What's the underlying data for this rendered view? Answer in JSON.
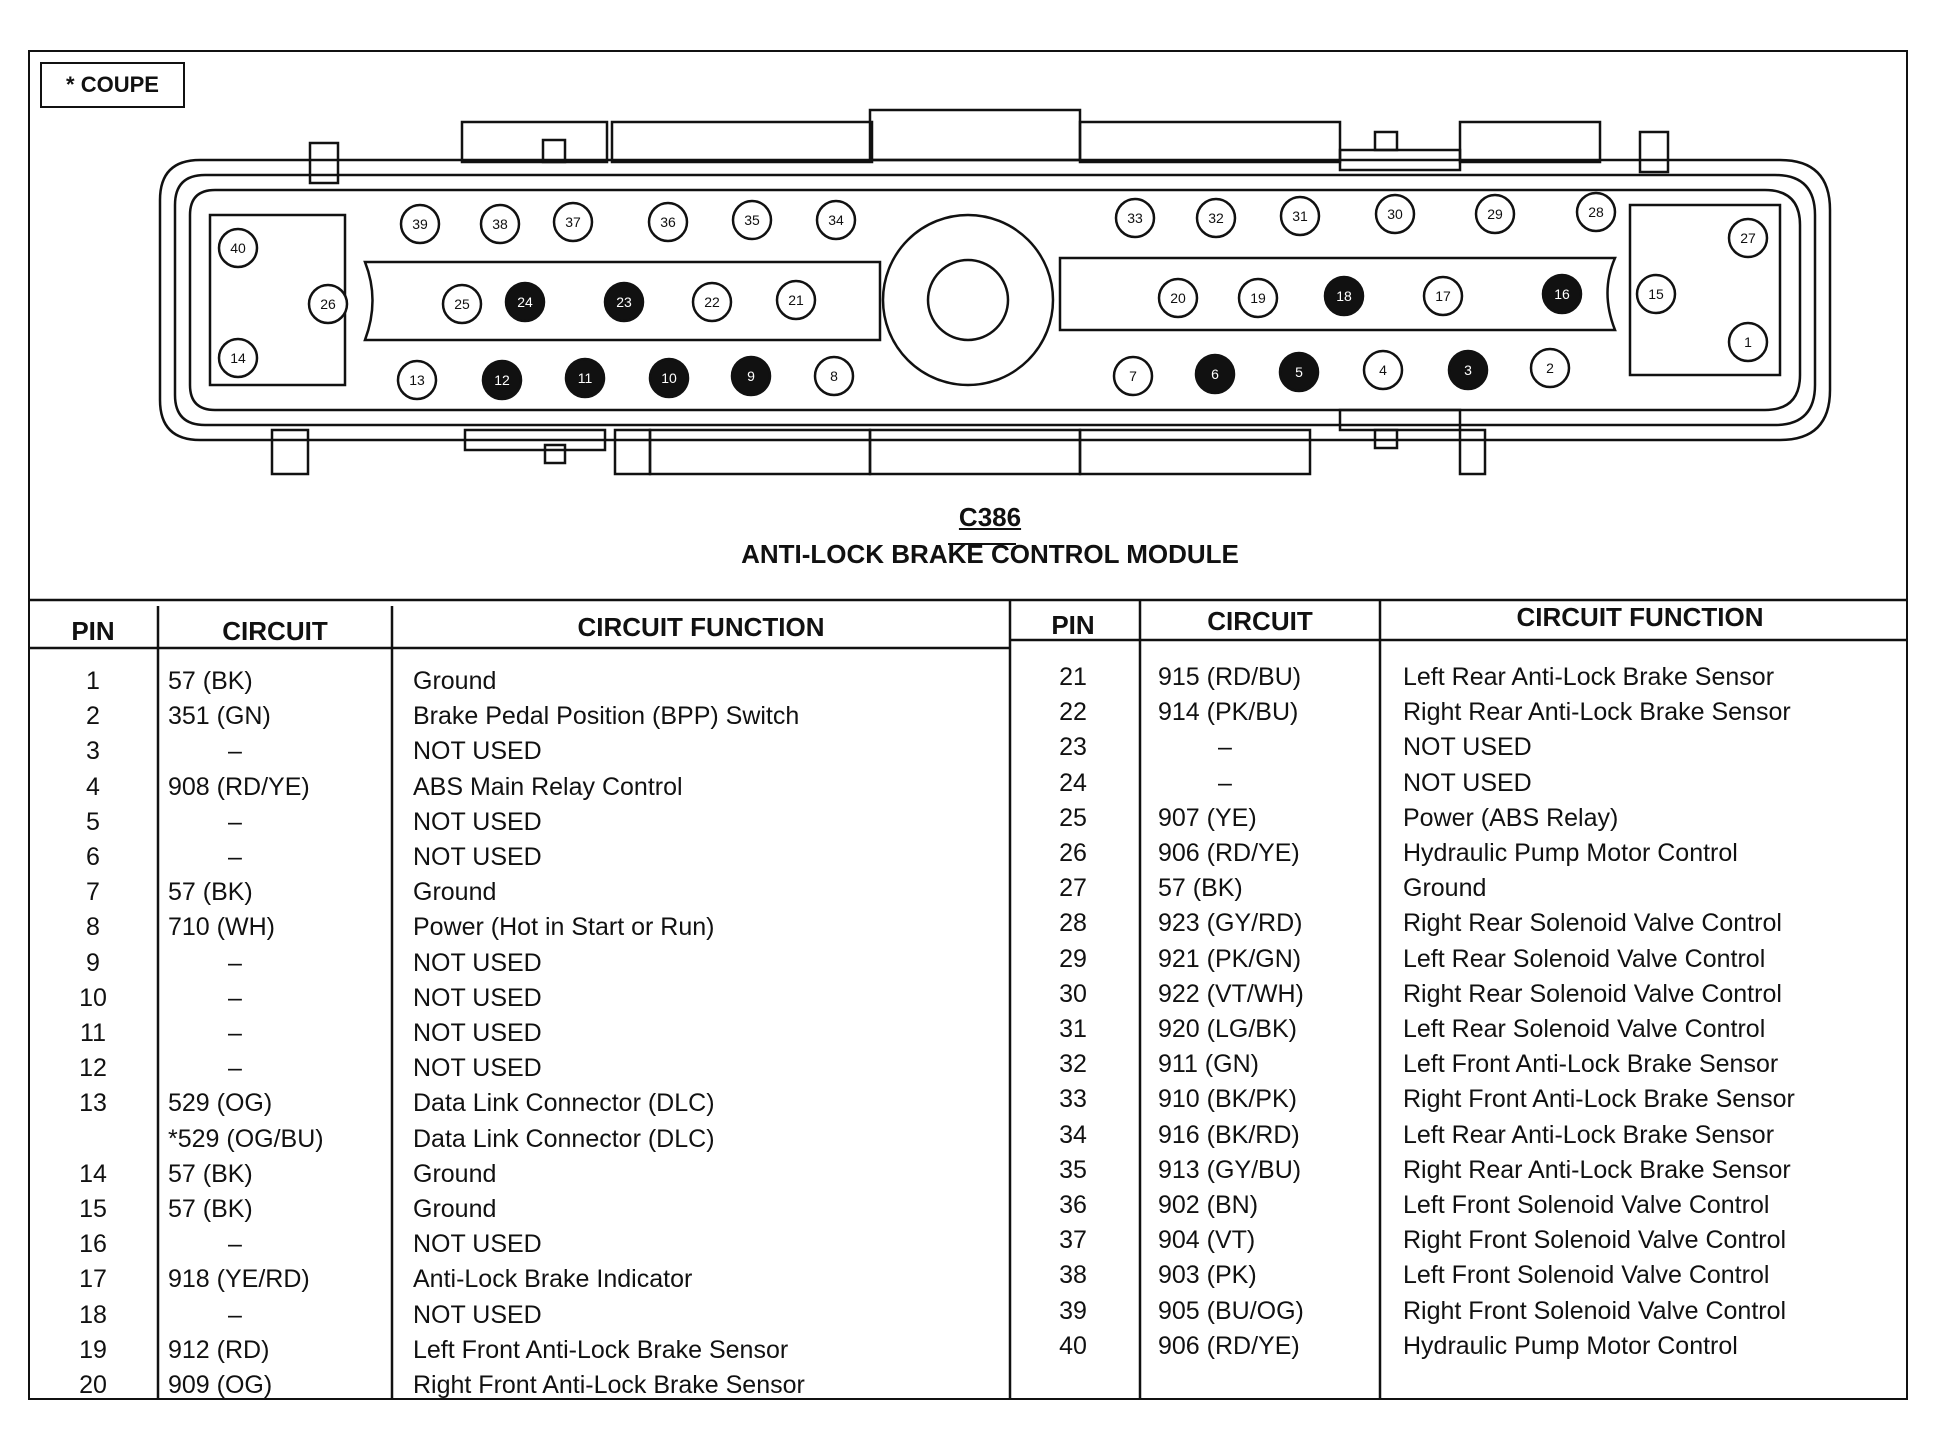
{
  "note_box": "* COUPE",
  "connector": {
    "code": "C386",
    "name": "ANTI-LOCK BRAKE CONTROL MODULE",
    "pins": [
      {
        "pin": "1",
        "filled": false
      },
      {
        "pin": "2",
        "filled": false
      },
      {
        "pin": "3",
        "filled": true
      },
      {
        "pin": "4",
        "filled": false
      },
      {
        "pin": "5",
        "filled": true
      },
      {
        "pin": "6",
        "filled": true
      },
      {
        "pin": "7",
        "filled": false
      },
      {
        "pin": "8",
        "filled": false
      },
      {
        "pin": "9",
        "filled": true
      },
      {
        "pin": "10",
        "filled": true
      },
      {
        "pin": "11",
        "filled": true
      },
      {
        "pin": "12",
        "filled": true
      },
      {
        "pin": "13",
        "filled": false
      },
      {
        "pin": "14",
        "filled": false
      },
      {
        "pin": "15",
        "filled": false
      },
      {
        "pin": "16",
        "filled": true
      },
      {
        "pin": "17",
        "filled": false
      },
      {
        "pin": "18",
        "filled": true
      },
      {
        "pin": "19",
        "filled": false
      },
      {
        "pin": "20",
        "filled": false
      },
      {
        "pin": "21",
        "filled": false
      },
      {
        "pin": "22",
        "filled": false
      },
      {
        "pin": "23",
        "filled": true
      },
      {
        "pin": "24",
        "filled": true
      },
      {
        "pin": "25",
        "filled": false
      },
      {
        "pin": "26",
        "filled": false
      },
      {
        "pin": "27",
        "filled": false
      },
      {
        "pin": "28",
        "filled": false
      },
      {
        "pin": "29",
        "filled": false
      },
      {
        "pin": "30",
        "filled": false
      },
      {
        "pin": "31",
        "filled": false
      },
      {
        "pin": "32",
        "filled": false
      },
      {
        "pin": "33",
        "filled": false
      },
      {
        "pin": "34",
        "filled": false
      },
      {
        "pin": "35",
        "filled": false
      },
      {
        "pin": "36",
        "filled": false
      },
      {
        "pin": "37",
        "filled": false
      },
      {
        "pin": "38",
        "filled": false
      },
      {
        "pin": "39",
        "filled": false
      },
      {
        "pin": "40",
        "filled": false
      }
    ]
  },
  "table": {
    "headers": {
      "pin": "PIN",
      "circuit": "CIRCUIT",
      "function": "CIRCUIT FUNCTION"
    },
    "left_rows": [
      {
        "pin": "1",
        "circuit": "57 (BK)",
        "function": "Ground"
      },
      {
        "pin": "2",
        "circuit": "351 (GN)",
        "function": "Brake Pedal Position (BPP) Switch"
      },
      {
        "pin": "3",
        "circuit": "–",
        "function": "NOT USED"
      },
      {
        "pin": "4",
        "circuit": "908 (RD/YE)",
        "function": "ABS Main Relay Control"
      },
      {
        "pin": "5",
        "circuit": "–",
        "function": "NOT USED"
      },
      {
        "pin": "6",
        "circuit": "–",
        "function": "NOT USED"
      },
      {
        "pin": "7",
        "circuit": "57 (BK)",
        "function": "Ground"
      },
      {
        "pin": "8",
        "circuit": "710 (WH)",
        "function": "Power (Hot in Start or Run)"
      },
      {
        "pin": "9",
        "circuit": "–",
        "function": "NOT USED"
      },
      {
        "pin": "10",
        "circuit": "–",
        "function": "NOT USED"
      },
      {
        "pin": "11",
        "circuit": "–",
        "function": "NOT USED"
      },
      {
        "pin": "12",
        "circuit": "–",
        "function": "NOT USED"
      },
      {
        "pin": "13",
        "circuit": "529 (OG)",
        "function": "Data Link Connector (DLC)"
      },
      {
        "pin": "",
        "circuit": "*529 (OG/BU)",
        "function": "Data Link Connector (DLC)"
      },
      {
        "pin": "14",
        "circuit": "57 (BK)",
        "function": "Ground"
      },
      {
        "pin": "15",
        "circuit": "57 (BK)",
        "function": "Ground"
      },
      {
        "pin": "16",
        "circuit": "–",
        "function": "NOT USED"
      },
      {
        "pin": "17",
        "circuit": "918 (YE/RD)",
        "function": "Anti-Lock Brake Indicator"
      },
      {
        "pin": "18",
        "circuit": "–",
        "function": "NOT USED"
      },
      {
        "pin": "19",
        "circuit": "912 (RD)",
        "function": "Left Front Anti-Lock Brake Sensor"
      },
      {
        "pin": "20",
        "circuit": "909 (OG)",
        "function": "Right Front Anti-Lock Brake Sensor"
      }
    ],
    "right_rows": [
      {
        "pin": "21",
        "circuit": "915 (RD/BU)",
        "function": "Left Rear Anti-Lock Brake Sensor"
      },
      {
        "pin": "22",
        "circuit": "914 (PK/BU)",
        "function": "Right Rear Anti-Lock Brake Sensor"
      },
      {
        "pin": "23",
        "circuit": "–",
        "function": "NOT USED"
      },
      {
        "pin": "24",
        "circuit": "–",
        "function": "NOT USED"
      },
      {
        "pin": "25",
        "circuit": "907 (YE)",
        "function": "Power (ABS Relay)"
      },
      {
        "pin": "26",
        "circuit": "906 (RD/YE)",
        "function": "Hydraulic Pump Motor Control"
      },
      {
        "pin": "27",
        "circuit": "57 (BK)",
        "function": "Ground"
      },
      {
        "pin": "28",
        "circuit": "923 (GY/RD)",
        "function": "Right Rear Solenoid Valve Control"
      },
      {
        "pin": "29",
        "circuit": "921 (PK/GN)",
        "function": "Left Rear Solenoid Valve Control"
      },
      {
        "pin": "30",
        "circuit": "922 (VT/WH)",
        "function": "Right Rear Solenoid Valve Control"
      },
      {
        "pin": "31",
        "circuit": "920 (LG/BK)",
        "function": "Left Rear Solenoid Valve Control"
      },
      {
        "pin": "32",
        "circuit": "911 (GN)",
        "function": "Left Front Anti-Lock Brake Sensor"
      },
      {
        "pin": "33",
        "circuit": "910 (BK/PK)",
        "function": "Right Front Anti-Lock Brake Sensor"
      },
      {
        "pin": "34",
        "circuit": "916 (BK/RD)",
        "function": "Left Rear Anti-Lock Brake Sensor"
      },
      {
        "pin": "35",
        "circuit": "913 (GY/BU)",
        "function": "Right Rear Anti-Lock Brake Sensor"
      },
      {
        "pin": "36",
        "circuit": "902 (BN)",
        "function": "Left Front Solenoid Valve Control"
      },
      {
        "pin": "37",
        "circuit": "904 (VT)",
        "function": "Right Front Solenoid Valve Control"
      },
      {
        "pin": "38",
        "circuit": "903 (PK)",
        "function": "Left Front Solenoid Valve Control"
      },
      {
        "pin": "39",
        "circuit": "905 (BU/OG)",
        "function": "Right Front Solenoid Valve Control"
      },
      {
        "pin": "40",
        "circuit": "906 (RD/YE)",
        "function": "Hydraulic Pump Motor Control"
      }
    ]
  }
}
